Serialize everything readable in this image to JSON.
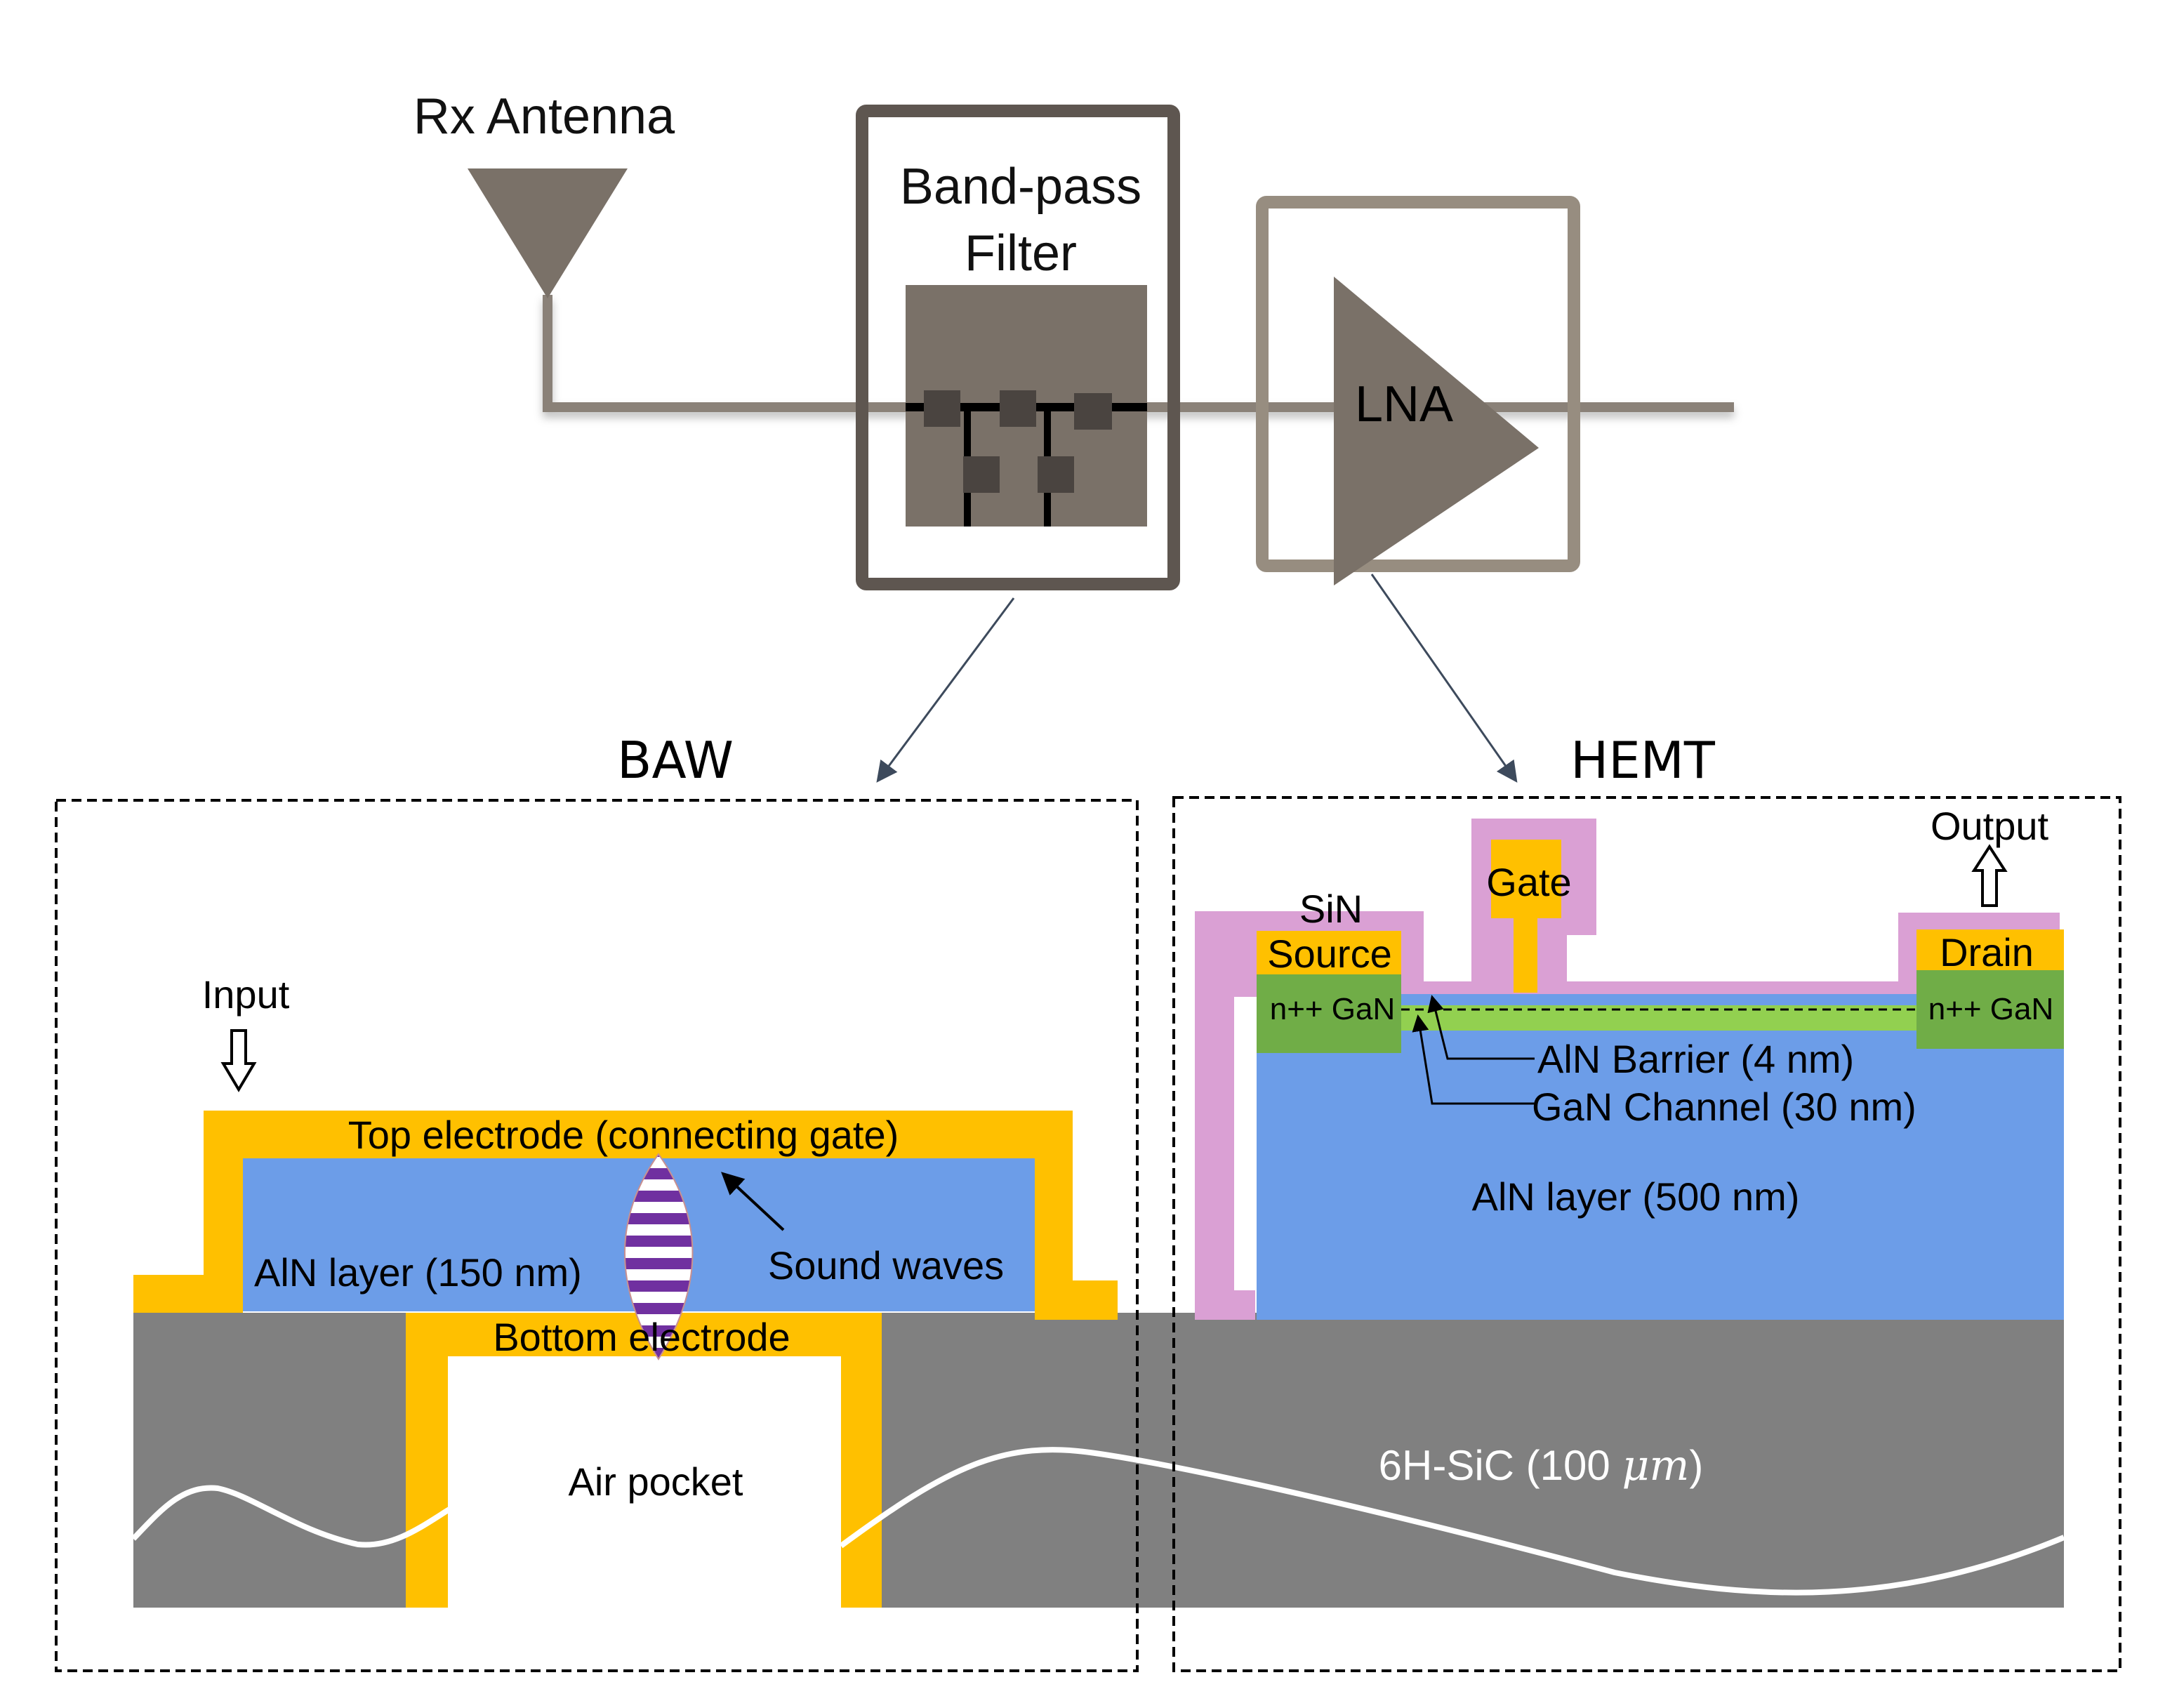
{
  "colors": {
    "device_gray": "#7a7168",
    "filter_box_stroke": "#5e5650",
    "lna_box_stroke": "#978d80",
    "signal_line": "#8a8178",
    "resonator_block": "#4a4440",
    "arrow_stroke": "#3d4a5c",
    "electrode_gold": "#ffc000",
    "aln_blue": "#6c9de8",
    "substrate_gray": "#808080",
    "sin_pink": "#daa0d4",
    "ngan_green": "#70ad47",
    "channel_lightgreen": "#92d050",
    "wave_purple": "#7030a0"
  },
  "block_diagram": {
    "antenna_label": "Rx Antenna",
    "filter_label_line1": "Band-pass",
    "filter_label_line2": "Filter",
    "lna_label": "LNA"
  },
  "baw": {
    "title": "BAW",
    "input_label": "Input",
    "top_electrode_label": "Top electrode (connecting gate)",
    "aln_label": "AlN layer (150 nm)",
    "sound_waves_label": "Sound waves",
    "bottom_electrode_label": "Bottom electrode",
    "air_pocket_label": "Air pocket"
  },
  "hemt": {
    "title": "HEMT",
    "output_label": "Output",
    "sin_label": "SiN",
    "gate_label": "Gate",
    "source_label": "Source",
    "drain_label": "Drain",
    "ngan_left_label": "n++ GaN",
    "ngan_right_label": "n++ GaN",
    "barrier_label": "AlN Barrier (4 nm)",
    "channel_label": "GaN Channel (30 nm)",
    "aln_label": "AlN layer (500 nm)"
  },
  "substrate": {
    "label_prefix": "6H-SiC (100 ",
    "label_unit": "μm",
    "label_suffix": ")"
  }
}
